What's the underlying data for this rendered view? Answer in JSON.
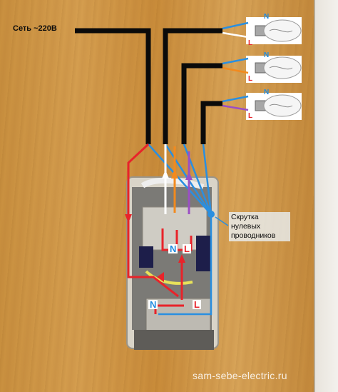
{
  "network_label": "Сеть ~220В",
  "twist_label": "Скрутка нулевых проводников",
  "bulbs": [
    {
      "n": "N",
      "l": "L"
    },
    {
      "n": "N",
      "l": "L"
    },
    {
      "n": "N",
      "l": "L"
    }
  ],
  "switch_terminals": {
    "n": "N",
    "l": "L"
  },
  "socket_terminals": {
    "n": "N",
    "l": "L"
  },
  "watermark": "sam-sebe-electric.ru",
  "wire_colors": {
    "main": "#0a0a0a",
    "neutral": "#2a8fe0",
    "phase": "#e8232a",
    "lamp1": "#ffffff",
    "lamp2": "#f28a1e",
    "lamp3": "#9b4fc4"
  }
}
